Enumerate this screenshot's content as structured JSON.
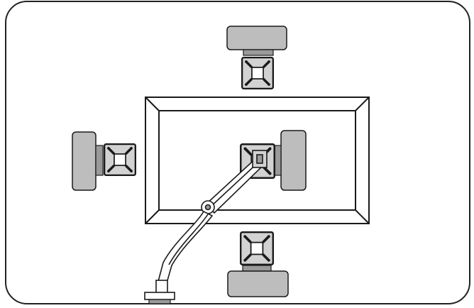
{
  "figure": {
    "description_visible_text": "",
    "colors": {
      "stroke": "#1a1a1a",
      "frame_stroke": "#222222",
      "pad_gray": "#bdbdbd",
      "pad_dark": "#9a9a9a",
      "plate_gray": "#d2d2d2",
      "white": "#ffffff"
    },
    "parts": [
      "monitor-outline",
      "vesa-plate",
      "gas-spring-arm",
      "desk-clamp",
      "mount-position-top",
      "mount-position-left",
      "mount-position-right",
      "mount-position-bottom"
    ]
  }
}
